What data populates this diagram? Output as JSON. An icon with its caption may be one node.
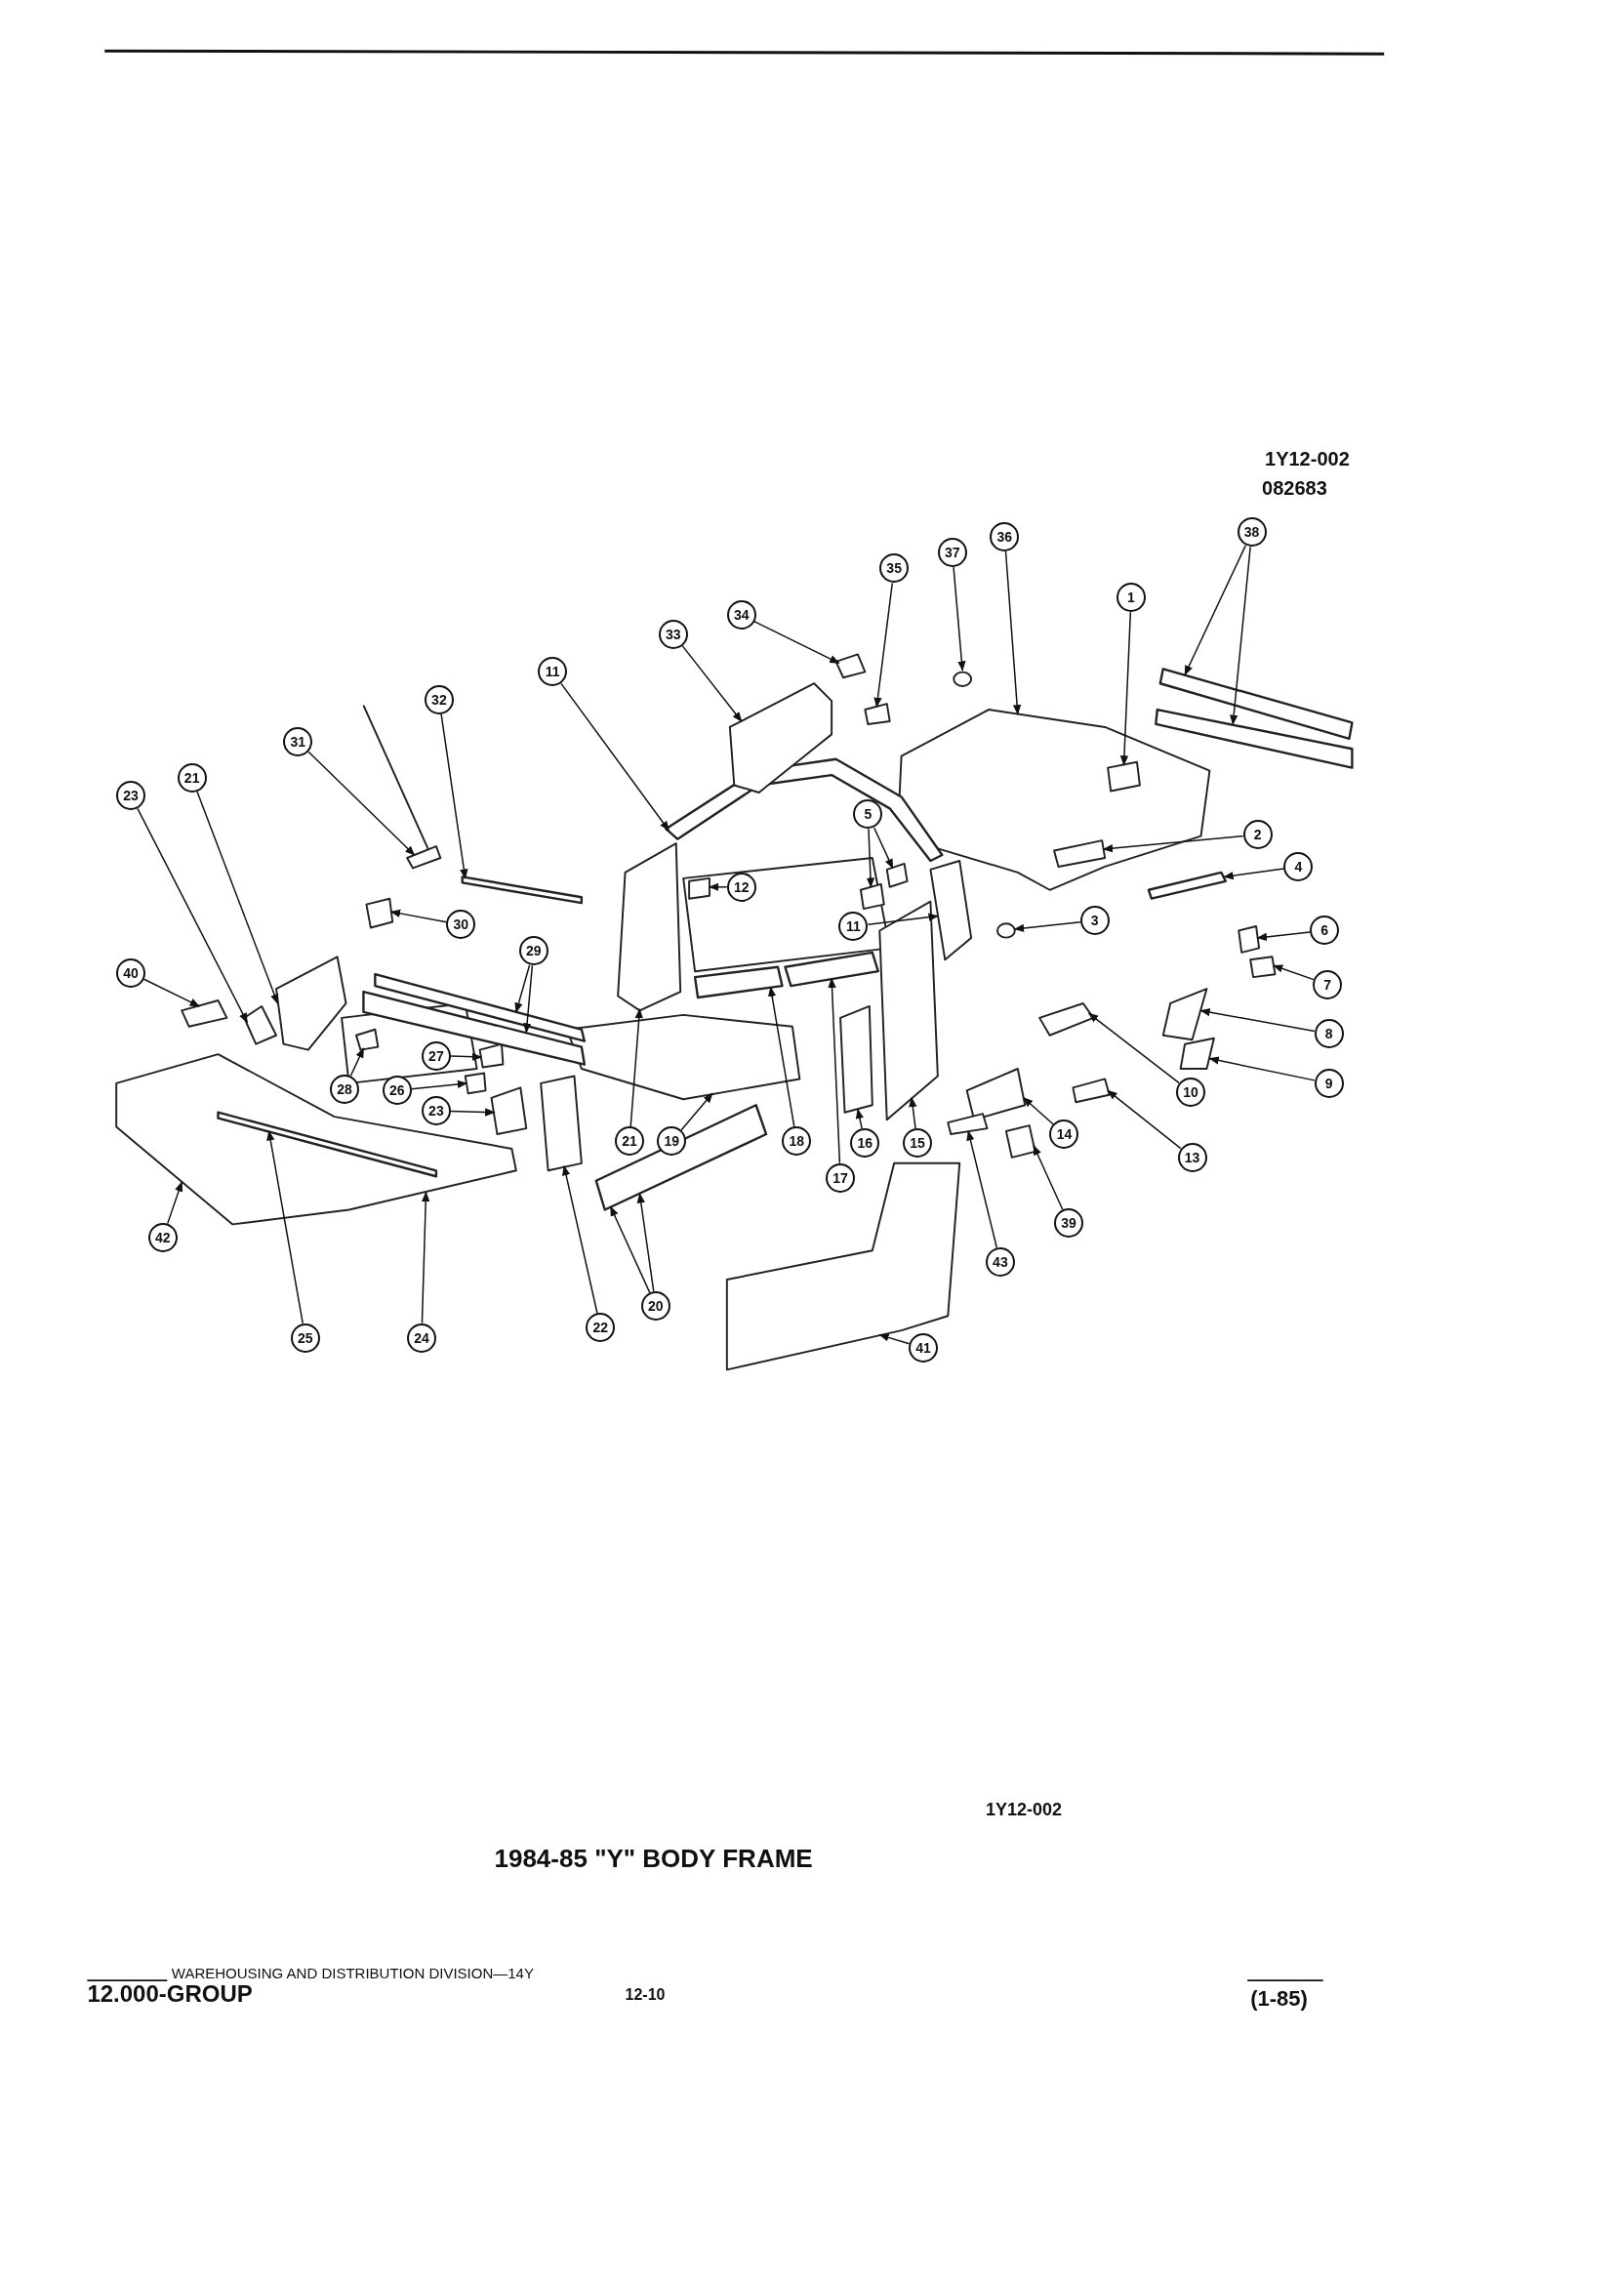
{
  "diagram": {
    "title": "1984-85 \"Y\" BODY FRAME",
    "nodes": [
      {
        "text": [
          "1"
        ]
      },
      {
        "text": [
          "2"
        ]
      },
      {
        "text": [
          "3"
        ]
      },
      {
        "text": [
          "4"
        ]
      },
      {
        "text": [
          "5"
        ]
      },
      {
        "text": [
          "6"
        ]
      },
      {
        "text": [
          "7"
        ]
      },
      {
        "text": [
          "8"
        ]
      },
      {
        "text": [
          "9"
        ]
      },
      {
        "text": [
          "10"
        ]
      },
      {
        "text": [
          "11"
        ]
      },
      {
        "text": [
          "11"
        ]
      },
      {
        "text": [
          "12"
        ]
      },
      {
        "text": [
          "13"
        ]
      },
      {
        "text": [
          "14"
        ]
      },
      {
        "text": [
          "15"
        ]
      },
      {
        "text": [
          "16"
        ]
      },
      {
        "text": [
          "17"
        ]
      },
      {
        "text": [
          "18"
        ]
      },
      {
        "text": [
          "19"
        ]
      },
      {
        "text": [
          "20"
        ]
      },
      {
        "text": [
          "21"
        ]
      },
      {
        "text": [
          "21"
        ]
      },
      {
        "text": [
          "22"
        ]
      },
      {
        "text": [
          "23"
        ]
      },
      {
        "text": [
          "23"
        ]
      },
      {
        "text": [
          "24"
        ]
      },
      {
        "text": [
          "25"
        ]
      },
      {
        "text": [
          "26"
        ]
      },
      {
        "text": [
          "27"
        ]
      },
      {
        "text": [
          "28"
        ]
      },
      {
        "text": [
          "29"
        ]
      },
      {
        "text": [
          "30"
        ]
      },
      {
        "text": [
          "31"
        ]
      },
      {
        "text": [
          "32"
        ]
      },
      {
        "text": [
          "33"
        ]
      },
      {
        "text": [
          "34"
        ]
      },
      {
        "text": [
          "35"
        ]
      },
      {
        "text": [
          "36"
        ]
      },
      {
        "text": [
          "37"
        ]
      },
      {
        "text": [
          "38"
        ]
      },
      {
        "text": [
          "39"
        ]
      },
      {
        "text": [
          "40"
        ]
      },
      {
        "text": [
          "41"
        ]
      },
      {
        "text": [
          "42"
        ]
      },
      {
        "text": [
          "43"
        ]
      },
      {
        "text": [],
        "shape": "box",
        "in": 86
      },
      {
        "text": [],
        "shape": "box",
        "in": 86
      },
      {
        "text": [],
        "shape": "circle"
      },
      {
        "text": [],
        "shape": "bar"
      },
      {
        "text": [],
        "shape": "box"
      },
      {
        "text": [],
        "shape": "box"
      },
      {
        "text": [],
        "shape": "box"
      },
      {
        "text": [],
        "shape": "box"
      },
      {
        "text": [],
        "shape": "box"
      },
      {
        "text": [],
        "shape": "box"
      },
      {
        "text": [],
        "shape": "box"
      },
      {
        "text": [],
        "shape": "bar"
      },
      {
        "text": [],
        "shape": "box"
      },
      {
        "text": [],
        "shape": "box"
      },
      {
        "text": [],
        "shape": "box"
      },
      {
        "text": [],
        "shape": "box"
      },
      {
        "text": [],
        "shape": "box"
      },
      {
        "text": [],
        "shape": "box"
      },
      {
        "text": [],
        "shape": "bar"
      },
      {
        "text": [],
        "shape": "bar"
      },
      {
        "text": [],
        "shape": "box"
      },
      {
        "text": [],
        "shape": "bar"
      },
      {
        "text": [],
        "shape": "box"
      },
      {
        "text": [],
        "shape": "box"
      },
      {
        "text": [],
        "shape": "box"
      },
      {
        "text": [],
        "shape": "box"
      },
      {
        "text": [],
        "shape": "box"
      },
      {
        "text": [],
        "shape": "box"
      },
      {
        "text": [],
        "shape": "bar",
        "in": 73
      },
      {
        "text": [],
        "shape": "box"
      },
      {
        "text": [],
        "shape": "box"
      },
      {
        "text": [],
        "shape": "box"
      },
      {
        "text": [],
        "shape": "bar"
      },
      {
        "text": [],
        "shape": "bar"
      },
      {
        "text": [],
        "shape": "box"
      },
      {
        "text": [],
        "shape": "box"
      },
      {
        "text": [],
        "shape": "bar"
      },
      {
        "text": [],
        "shape": "box"
      },
      {
        "text": [],
        "shape": "box"
      },
      {
        "text": [],
        "shape": "box"
      },
      {
        "text": [],
        "shape": "box"
      },
      {
        "text": [],
        "shape": "circle"
      },
      {
        "text": [],
        "shape": "bar"
      },
      {
        "text": [],
        "shape": "bar"
      },
      {
        "text": [],
        "shape": "box"
      },
      {
        "text": [],
        "shape": "box"
      },
      {
        "text": [],
        "shape": "box"
      },
      {
        "text": [],
        "shape": "box"
      }
    ],
    "edges": [
      {
        "from": 0,
        "to": 46,
        "arrow": "to"
      },
      {
        "from": 1,
        "to": 47,
        "arrow": "to"
      },
      {
        "from": 2,
        "to": 48,
        "arrow": "to"
      },
      {
        "from": 3,
        "to": 49,
        "arrow": "to"
      },
      {
        "from": 4,
        "to": 50,
        "arrow": "to"
      },
      {
        "from": 4,
        "to": 51,
        "arrow": "to"
      },
      {
        "from": 5,
        "to": 52,
        "arrow": "to"
      },
      {
        "from": 6,
        "to": 53,
        "arrow": "to"
      },
      {
        "from": 7,
        "to": 54,
        "arrow": "to"
      },
      {
        "from": 8,
        "to": 55,
        "arrow": "to"
      },
      {
        "from": 9,
        "to": 56,
        "arrow": "to"
      },
      {
        "from": 10,
        "to": 57,
        "arrow": "to"
      },
      {
        "from": 11,
        "to": 58,
        "arrow": "to"
      },
      {
        "from": 12,
        "to": 59,
        "arrow": "to"
      },
      {
        "from": 13,
        "to": 60,
        "arrow": "to"
      },
      {
        "from": 14,
        "to": 61,
        "arrow": "to"
      },
      {
        "from": 15,
        "to": 62,
        "arrow": "to"
      },
      {
        "from": 16,
        "to": 63,
        "arrow": "to"
      },
      {
        "from": 17,
        "to": 64,
        "arrow": "to"
      },
      {
        "from": 18,
        "to": 65,
        "arrow": "to"
      },
      {
        "from": 19,
        "to": 66,
        "arrow": "to"
      },
      {
        "from": 20,
        "to": 67,
        "arrow": "to"
      },
      {
        "from": 20,
        "to": 67,
        "arrow": "to"
      },
      {
        "from": 21,
        "to": 68,
        "arrow": "to"
      },
      {
        "from": 22,
        "to": 69,
        "arrow": "to"
      },
      {
        "from": 23,
        "to": 70,
        "arrow": "to"
      },
      {
        "from": 24,
        "to": 71,
        "arrow": "to"
      },
      {
        "from": 25,
        "to": 72,
        "arrow": "to"
      },
      {
        "from": 26,
        "to": 73,
        "arrow": "to"
      },
      {
        "from": 27,
        "to": 74,
        "arrow": "to"
      },
      {
        "from": 28,
        "to": 75,
        "arrow": "to"
      },
      {
        "from": 29,
        "to": 76,
        "arrow": "to"
      },
      {
        "from": 30,
        "to": 77,
        "arrow": "to"
      },
      {
        "from": 31,
        "to": 78,
        "arrow": "to"
      },
      {
        "from": 31,
        "to": 79,
        "arrow": "to"
      },
      {
        "from": 32,
        "to": 80,
        "arrow": "to"
      },
      {
        "from": 33,
        "to": 81,
        "arrow": "to"
      },
      {
        "from": 34,
        "to": 82,
        "arrow": "to"
      },
      {
        "from": 35,
        "to": 83,
        "arrow": "to"
      },
      {
        "from": 36,
        "to": 84,
        "arrow": "to"
      },
      {
        "from": 37,
        "to": 85,
        "arrow": "to"
      },
      {
        "from": 38,
        "to": 86,
        "arrow": "to"
      },
      {
        "from": 39,
        "to": 87,
        "arrow": "to"
      },
      {
        "from": 40,
        "to": 88,
        "arrow": "to"
      },
      {
        "from": 40,
        "to": 89,
        "arrow": "to"
      },
      {
        "from": 41,
        "to": 90,
        "arrow": "to"
      },
      {
        "from": 42,
        "to": 91,
        "arrow": "to"
      },
      {
        "from": 43,
        "to": 92,
        "arrow": "to"
      },
      {
        "from": 44,
        "to": 73,
        "arrow": "to"
      },
      {
        "from": 45,
        "to": 93,
        "arrow": "to"
      }
    ],
    "labels": [
      "1Y12-002",
      "082683",
      "1Y12-002",
      "WAREHOUSING AND DISTRIBUTION DIVISION—14Y",
      "12.000-GROUP",
      "12-10",
      "(1-85)"
    ]
  }
}
